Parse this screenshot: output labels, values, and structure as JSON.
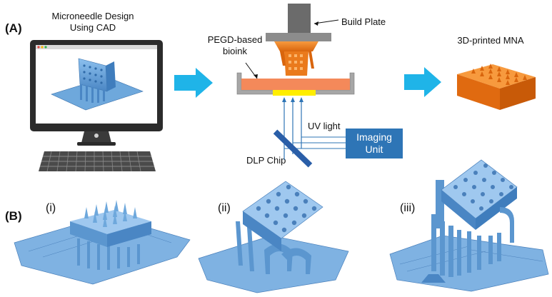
{
  "panel_a": {
    "label": "(A)",
    "step1_title_line1": "Microneedle Design",
    "step1_title_line2": "Using CAD",
    "build_plate": "Build Plate",
    "bioink_line1": "PEGD-based",
    "bioink_line2": "bioink",
    "uv_light": "UV light",
    "imaging_line1": "Imaging",
    "imaging_line2": "Unit",
    "dlp_chip": "DLP Chip",
    "result": "3D-printed MNA"
  },
  "panel_b": {
    "label": "(B)",
    "variants": [
      "(i)",
      "(ii)",
      "(iii)"
    ]
  },
  "colors": {
    "arrow": "#1fb4e8",
    "model_blue": "#5b9bd5",
    "print_orange": "#f07c1a",
    "resin": "#f4895a",
    "uv_window": "#ffee00",
    "imaging_unit": "#2e75b6",
    "dlp_chip": "#2a5ea8",
    "vat_gray": "#a6a6a6"
  }
}
